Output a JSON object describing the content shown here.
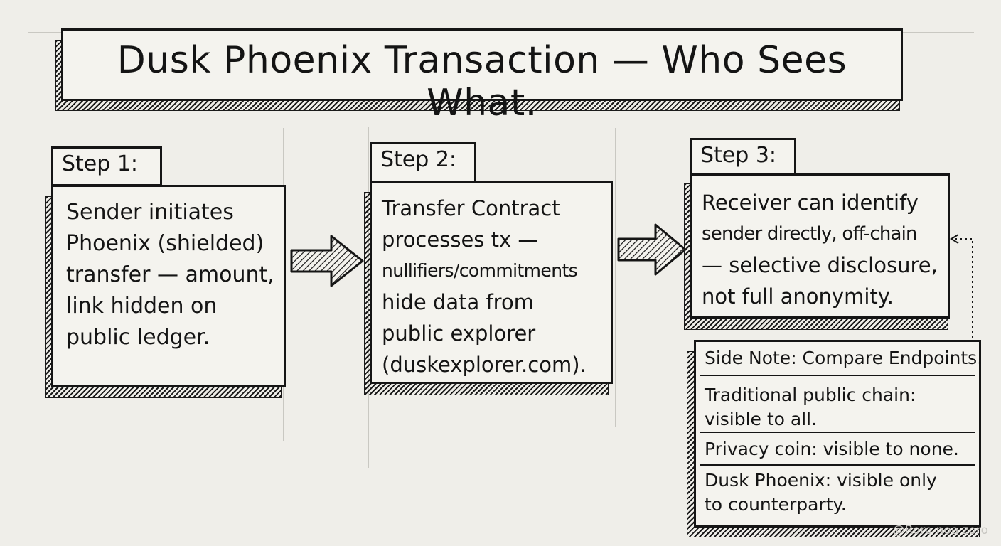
{
  "title": "Dusk Phoenix Transaction — Who Sees What.",
  "steps": [
    {
      "label": "Step 1:",
      "lines": [
        "Sender initiates",
        "Phoenix (shielded)",
        "transfer — amount,",
        "link hidden on",
        "public ledger."
      ]
    },
    {
      "label": "Step 2:",
      "lines": [
        "Transfer Contract",
        "processes tx —",
        "nullifiers/commitments",
        "hide data from",
        "public explorer",
        "(duskexplorer.com)."
      ]
    },
    {
      "label": "Step 3:",
      "lines": [
        "Receiver can identify",
        "sender directly, off-chain",
        "— selective disclosure,",
        "not full anonymity."
      ]
    }
  ],
  "side_note": {
    "heading": "Side Note: Compare Endpoints.",
    "rows": [
      [
        "Traditional public chain:",
        "visible to all."
      ],
      [
        "Privacy coin: visible to none."
      ],
      [
        "Dusk Phoenix: visible only",
        "to counterparty."
      ]
    ]
  },
  "watermark": "@Roro noa zoro",
  "colors": {
    "ink": "#151515",
    "paper": "#efeee9",
    "box": "#f4f3ee",
    "guide": "#c9c8c2"
  },
  "icons": [
    "right-arrow-icon",
    "right-arrow-icon",
    "dotted-connector-icon"
  ]
}
